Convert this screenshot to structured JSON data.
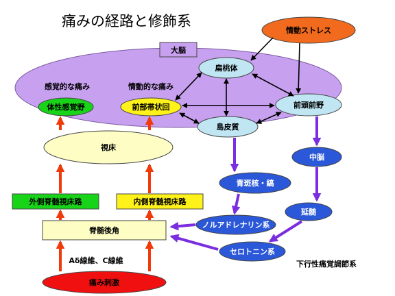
{
  "title": "痛みの経路と修飾系",
  "nodes": {
    "brain": "大脳",
    "emotional_stress": "情動ストレス",
    "amygdala": "扁桃体",
    "prefrontal": "前頭前野",
    "sensory_pain": "感覚的な痛み",
    "emotional_pain": "情動的な痛み",
    "somatosensory": "体性感覚野",
    "anterior_cingulate": "前部帯状回",
    "insula": "島皮質",
    "thalamus": "視床",
    "midbrain": "中脳",
    "locus_coeruleus": "青斑核・縞",
    "lateral_stt": "外側脊髄視床路",
    "medial_stt": "内側脊髄視床路",
    "medulla": "延髄",
    "noradrenaline": "ノルアドレナリン系",
    "dorsal_horn": "脊髄後角",
    "serotonin": "セロトニン系",
    "fibers": "Aδ線維、C線維",
    "descending": "下行性痛覚調節系",
    "pain_stimulus": "痛み刺激"
  },
  "colors": {
    "brain_fill": "#c8a0f0",
    "light_blue": "#bfe6f2",
    "dark_blue": "#2b58d8",
    "orange": "#f26a1e",
    "green": "#18d418",
    "yellow": "#fff21a",
    "light_yellow": "#fdfdc4",
    "red": "#f01010",
    "red_arrow": "#f03a0a",
    "purple_arrow": "#7a2ee0"
  }
}
